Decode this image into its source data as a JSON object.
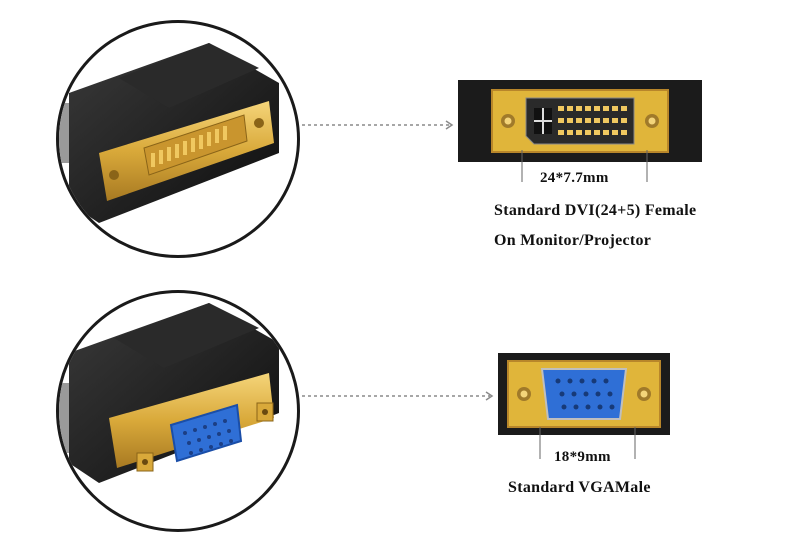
{
  "dvi_panel": {
    "dimension": "24*7.7mm",
    "title_line1": "Standard DVI(24+5) Female",
    "title_line2": "On Monitor/Projector"
  },
  "vga_panel": {
    "dimension": "18*9mm",
    "title": "Standard VGAMale"
  },
  "colors": {
    "gold": "#e0b53a",
    "gold_dark": "#b8862a",
    "panel_black": "#1b1b1b",
    "vga_blue": "#2f6fd6"
  }
}
